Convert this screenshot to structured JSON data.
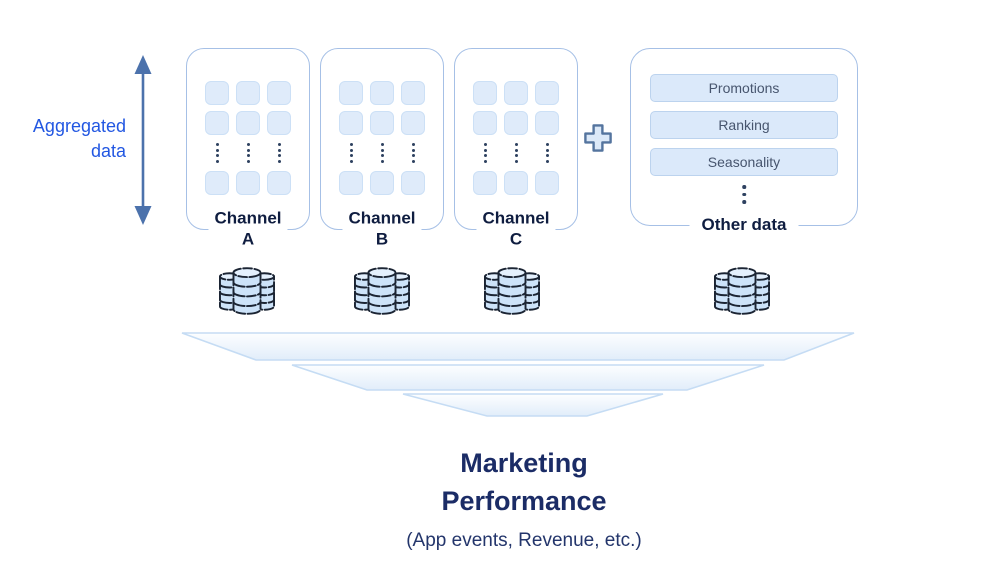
{
  "diagram": {
    "aggregated_label": "Aggregated data",
    "channels": [
      {
        "line1": "Channel",
        "line2": "A"
      },
      {
        "line1": "Channel",
        "line2": "B"
      },
      {
        "line1": "Channel",
        "line2": "C"
      }
    ],
    "other_data": {
      "title": "Other data",
      "items": [
        "Promotions",
        "Ranking",
        "Seasonality"
      ]
    },
    "output": {
      "title_line1": "Marketing",
      "title_line2": "Performance",
      "subtitle": "(App events, Revenue, etc.)"
    },
    "icons": {
      "double_arrow": "double-arrow-vertical-icon",
      "plus": "plus-icon",
      "database": "database-stack-icon",
      "ellipsis": "ellipsis-vertical-icon",
      "funnel": "funnel-layers-shape"
    },
    "colors": {
      "accent_blue_text": "#2257E2",
      "arrow_blue": "#4C72AC",
      "box_border": "#A6C0E6",
      "tile_fill": "#DFEBFA",
      "tile_border": "#CCE0F6",
      "pill_fill": "#DBE9FA",
      "pill_border": "#BCD3EE",
      "pill_text": "#47556E",
      "dark_navy_label": "#0F1D40",
      "title_navy": "#1B2C66",
      "funnel_stroke": "#C5DCF4",
      "funnel_fill_bottom": "#E1EDFA",
      "db_outline": "#1B2433",
      "db_fill": "#CDE3F9"
    }
  }
}
